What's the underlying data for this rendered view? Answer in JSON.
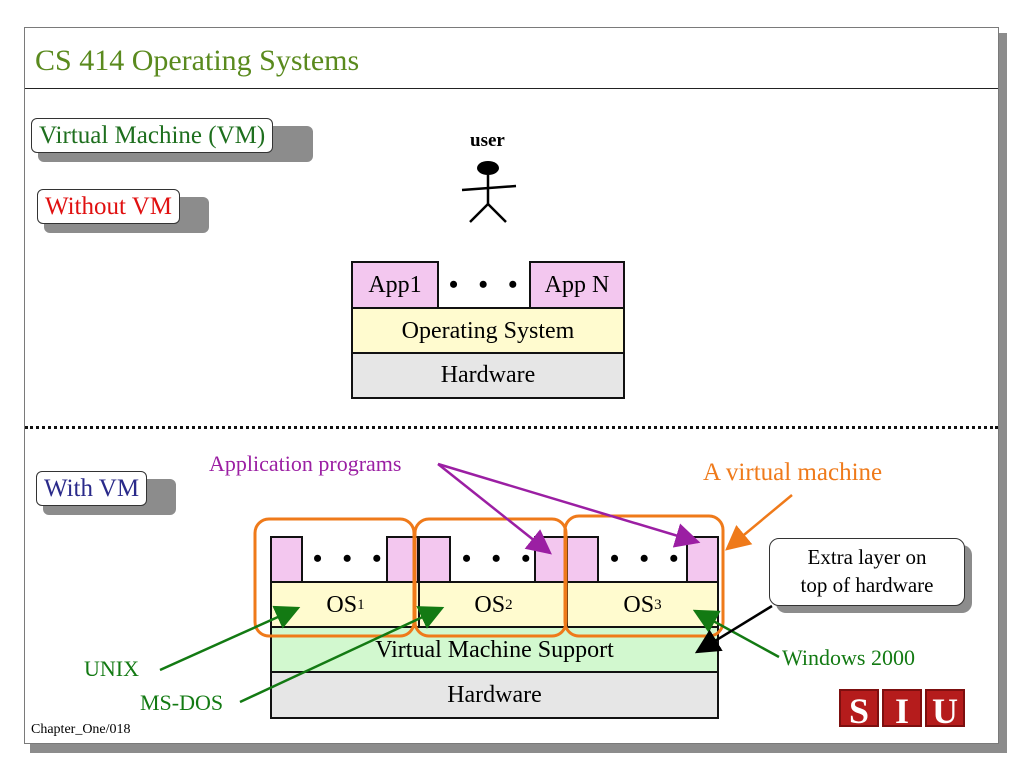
{
  "slide": {
    "title": "CS 414 Operating Systems",
    "footer": "Chapter_One/018"
  },
  "tags": {
    "vm": "Virtual Machine (VM)",
    "without_vm": "Without VM",
    "with_vm": "With VM"
  },
  "without_vm_diagram": {
    "user_label": "user",
    "app1": "App1",
    "ellipsis": "• • •",
    "appn": "App N",
    "os": "Operating System",
    "hardware": "Hardware"
  },
  "with_vm_diagram": {
    "ellipsis": "• • •",
    "os_prefix": "OS",
    "os1_sub": "1",
    "os2_sub": "2",
    "os3_sub": "3",
    "vm_support": "Virtual Machine Support",
    "hardware": "Hardware"
  },
  "annotations": {
    "application_programs": "Application programs",
    "a_virtual_machine": "A virtual machine",
    "extra_layer_line1": "Extra layer on",
    "extra_layer_line2": "top of hardware",
    "unix": "UNIX",
    "msdos": "MS-DOS",
    "windows2000": "Windows 2000"
  },
  "logo": {
    "letters": [
      "S",
      "I",
      "U"
    ]
  },
  "colors": {
    "title": "#5a8a1e",
    "vm_tag": "#1e6f1e",
    "without_vm_tag": "#e01010",
    "with_vm_tag": "#2a2a8a",
    "purple": "#9b1fa3",
    "orange": "#ef7a1a",
    "green": "#137a13",
    "app_fill": "#f3c7ef",
    "os_fill": "#fffbcf",
    "vm_support_fill": "#d2f8cf",
    "hardware_fill": "#e6e6e6",
    "logo_red": "#b51c1c"
  }
}
